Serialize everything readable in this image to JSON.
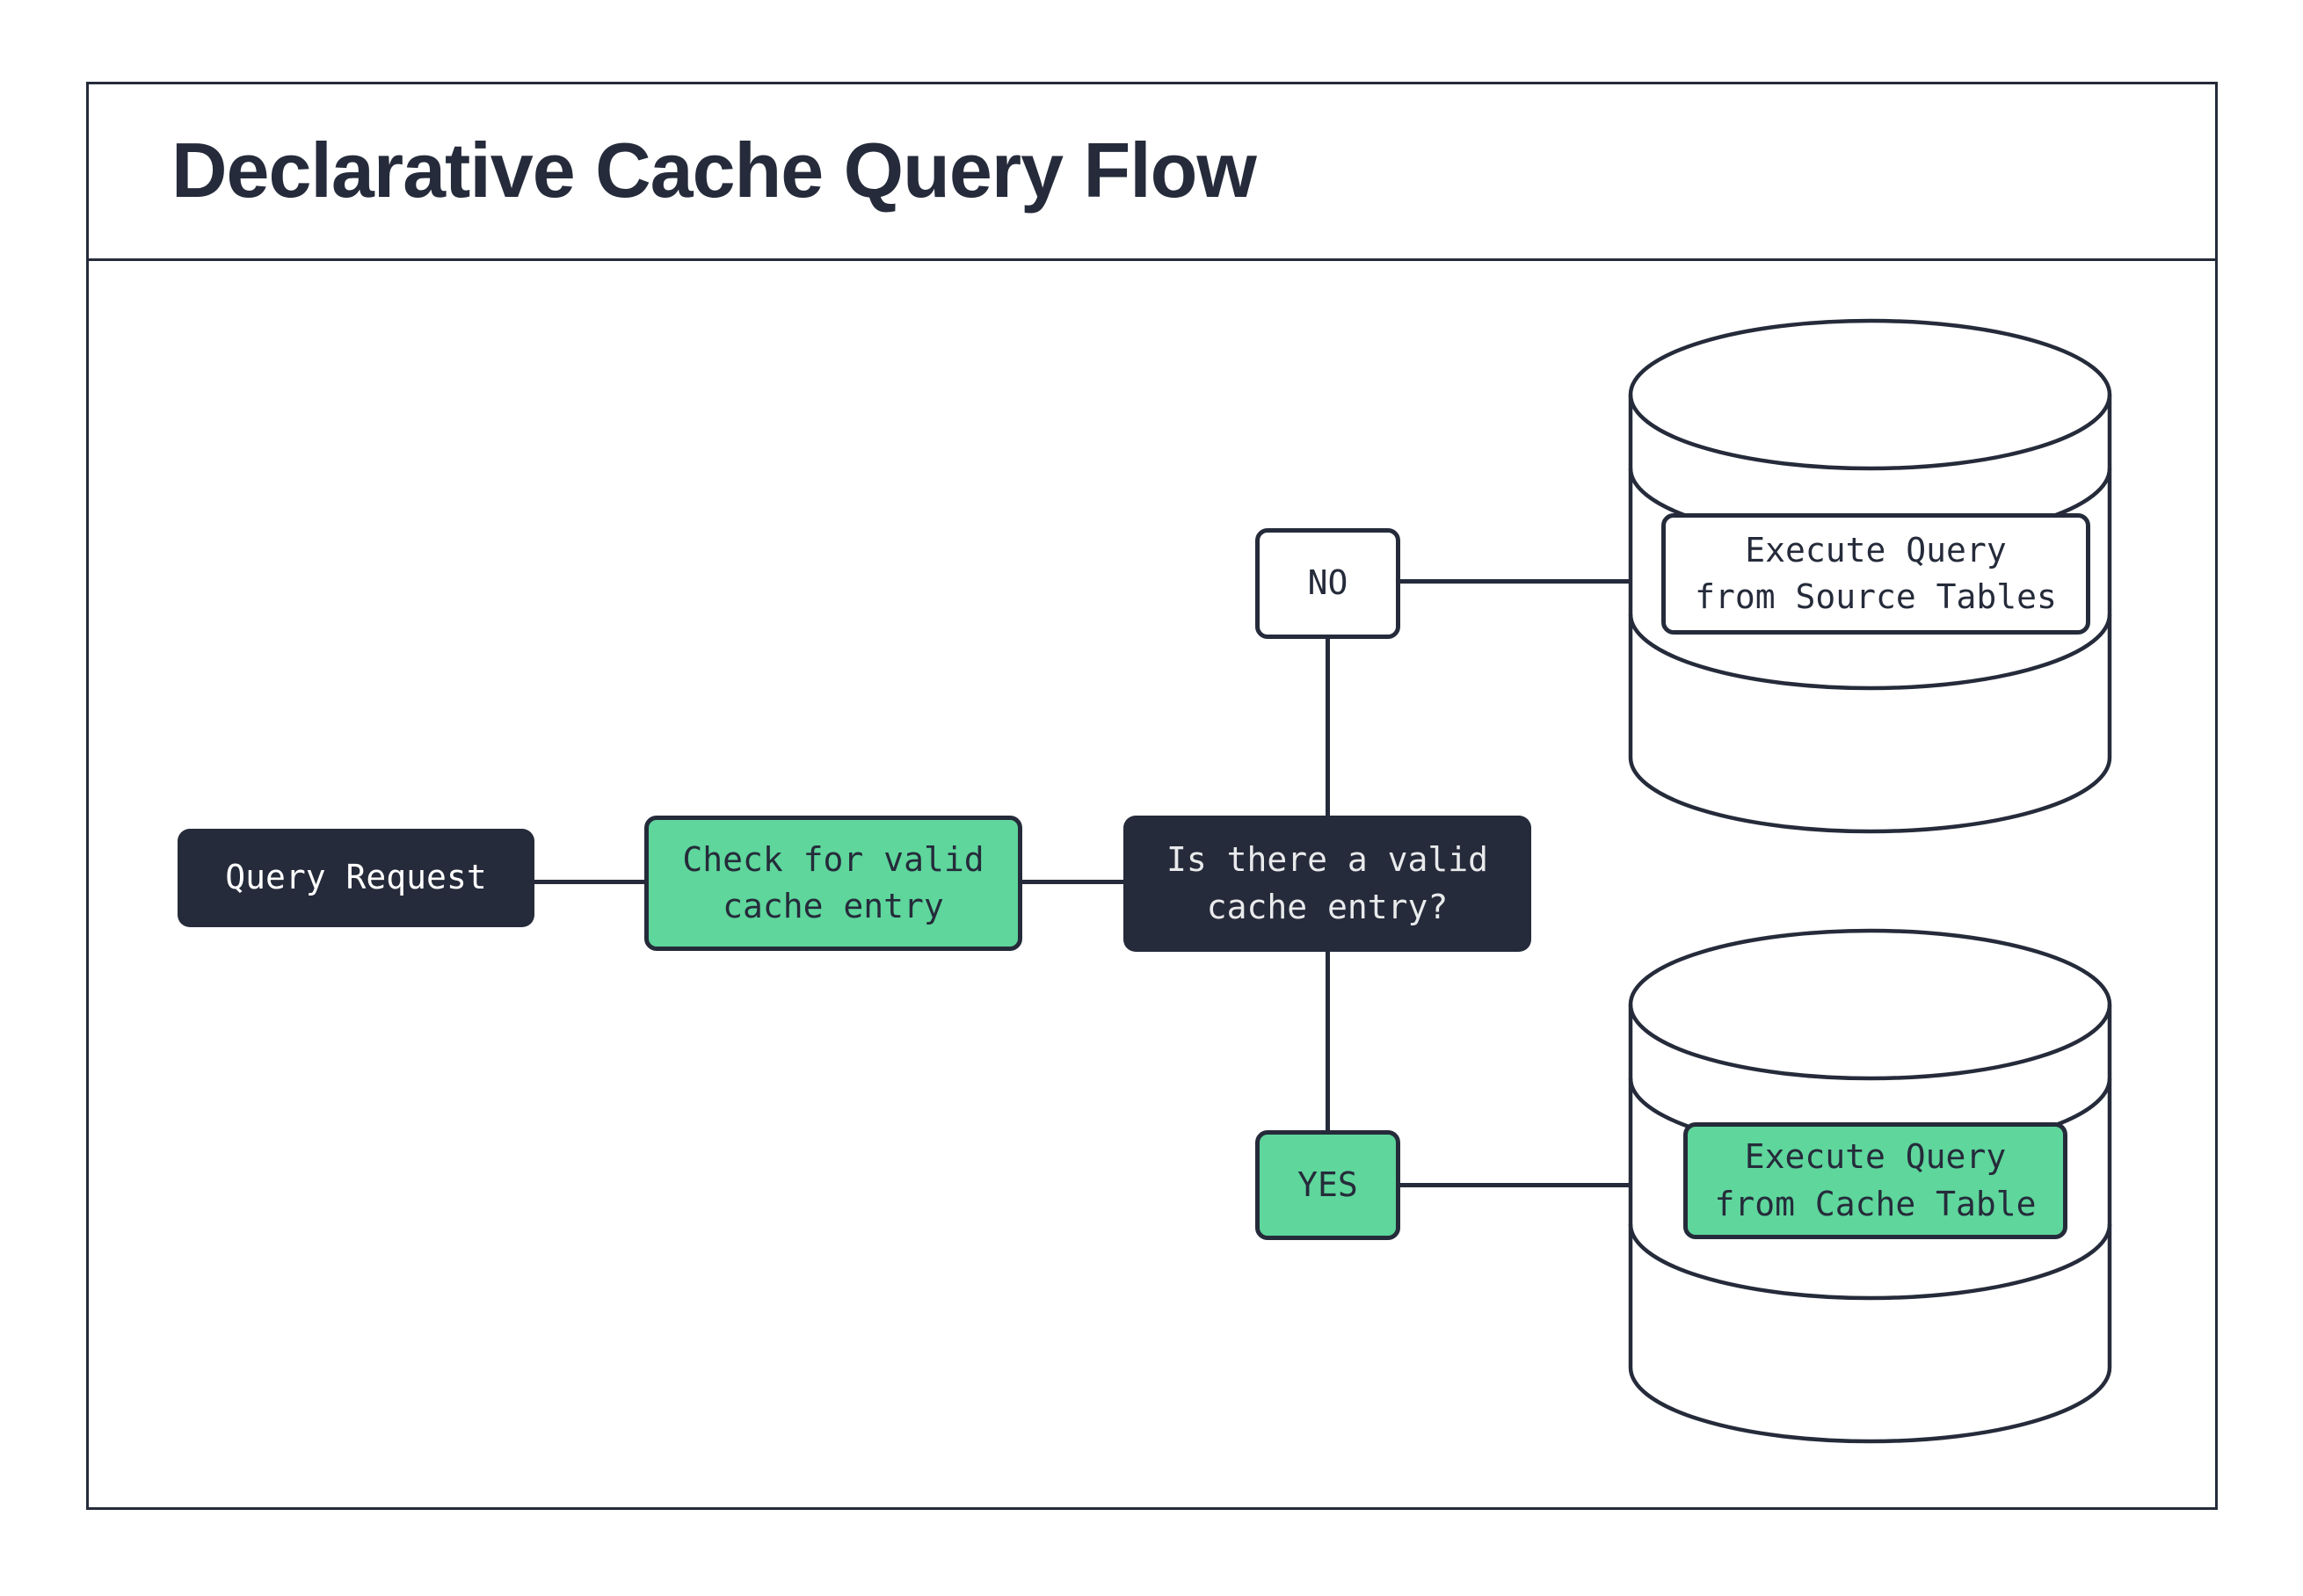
{
  "title": "Declarative Cache Query Flow",
  "colors": {
    "ink": "#252B3A",
    "green": "#5ED69C",
    "paper": "#FFFFFF",
    "decision_text": "#E9EAEC"
  },
  "nodes": {
    "query_request": "Query Request",
    "check_cache": "Check for valid\ncache entry",
    "decision": "Is there a valid\ncache entry?",
    "branch_no": "NO",
    "branch_yes": "YES",
    "source_db_action": "Execute Query\nfrom Source Tables",
    "cache_db_action": "Execute Query\nfrom Cache Table"
  },
  "icons": {
    "source_database": "database-cylinder-icon",
    "cache_database": "database-cylinder-icon"
  }
}
